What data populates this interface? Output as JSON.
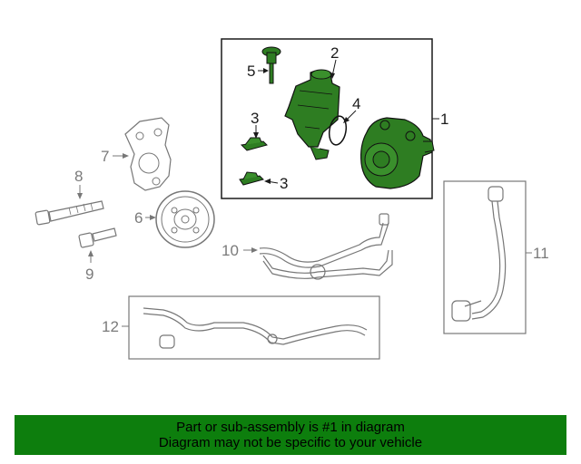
{
  "callouts": {
    "c1": "1",
    "c2": "2",
    "c3a": "3",
    "c3b": "3",
    "c4": "4",
    "c5": "5",
    "c6": "6",
    "c7": "7",
    "c8": "8",
    "c9": "9",
    "c10": "10",
    "c11": "11",
    "c12": "12"
  },
  "banner": {
    "line1": "Part or sub-assembly is #1 in diagram",
    "line2": "Diagram may not be specific to your vehicle"
  },
  "colors": {
    "highlight_green": "#0d7e0d",
    "part_fill_green": "#2e7d22",
    "line_gray": "#777777"
  }
}
